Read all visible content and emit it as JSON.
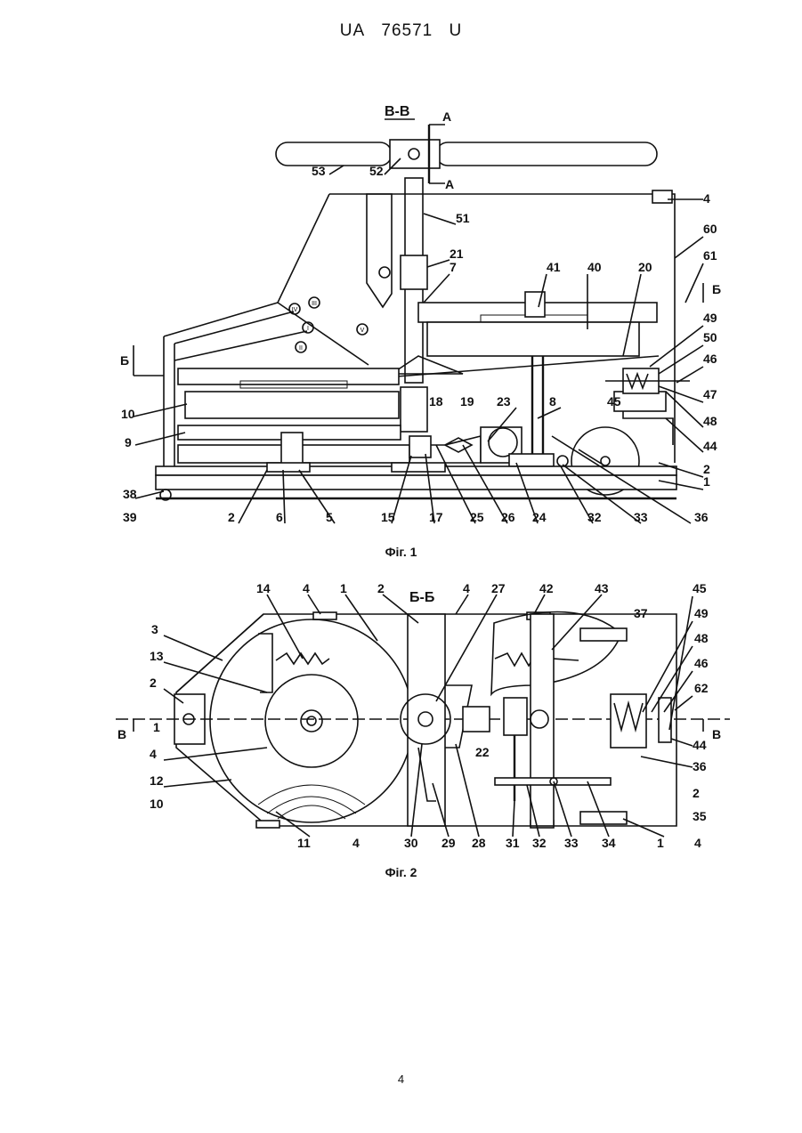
{
  "header": {
    "country": "UA",
    "number": "76571",
    "kind": "U"
  },
  "figure1": {
    "section_label": "B-B",
    "cut_label_a": "A",
    "cut_label_b": "Б",
    "caption": "Фіг. 1",
    "labels": [
      "53",
      "52",
      "51",
      "21",
      "7",
      "41",
      "40",
      "20",
      "4",
      "60",
      "61",
      "49",
      "50",
      "46",
      "47",
      "48",
      "44",
      "45",
      "2",
      "1",
      "36",
      "33",
      "32",
      "24",
      "26",
      "25",
      "17",
      "15",
      "5",
      "6",
      "2",
      "38",
      "39",
      "9",
      "10",
      "23",
      "8",
      "18",
      "19"
    ],
    "roman_marks": [
      "IV",
      "III",
      "I",
      "II",
      "V"
    ]
  },
  "figure2": {
    "section_label": "Б-Б",
    "cut_label": "B",
    "caption": "Фіг. 2",
    "labels": [
      "14",
      "4",
      "1",
      "2",
      "4",
      "27",
      "42",
      "43",
      "37",
      "45",
      "49",
      "48",
      "46",
      "62",
      "3",
      "13",
      "2",
      "1",
      "4",
      "12",
      "10",
      "11",
      "4",
      "30",
      "29",
      "28",
      "31",
      "32",
      "33",
      "34",
      "1",
      "4",
      "22",
      "35",
      "36",
      "44",
      "2"
    ]
  },
  "page_number": "4"
}
